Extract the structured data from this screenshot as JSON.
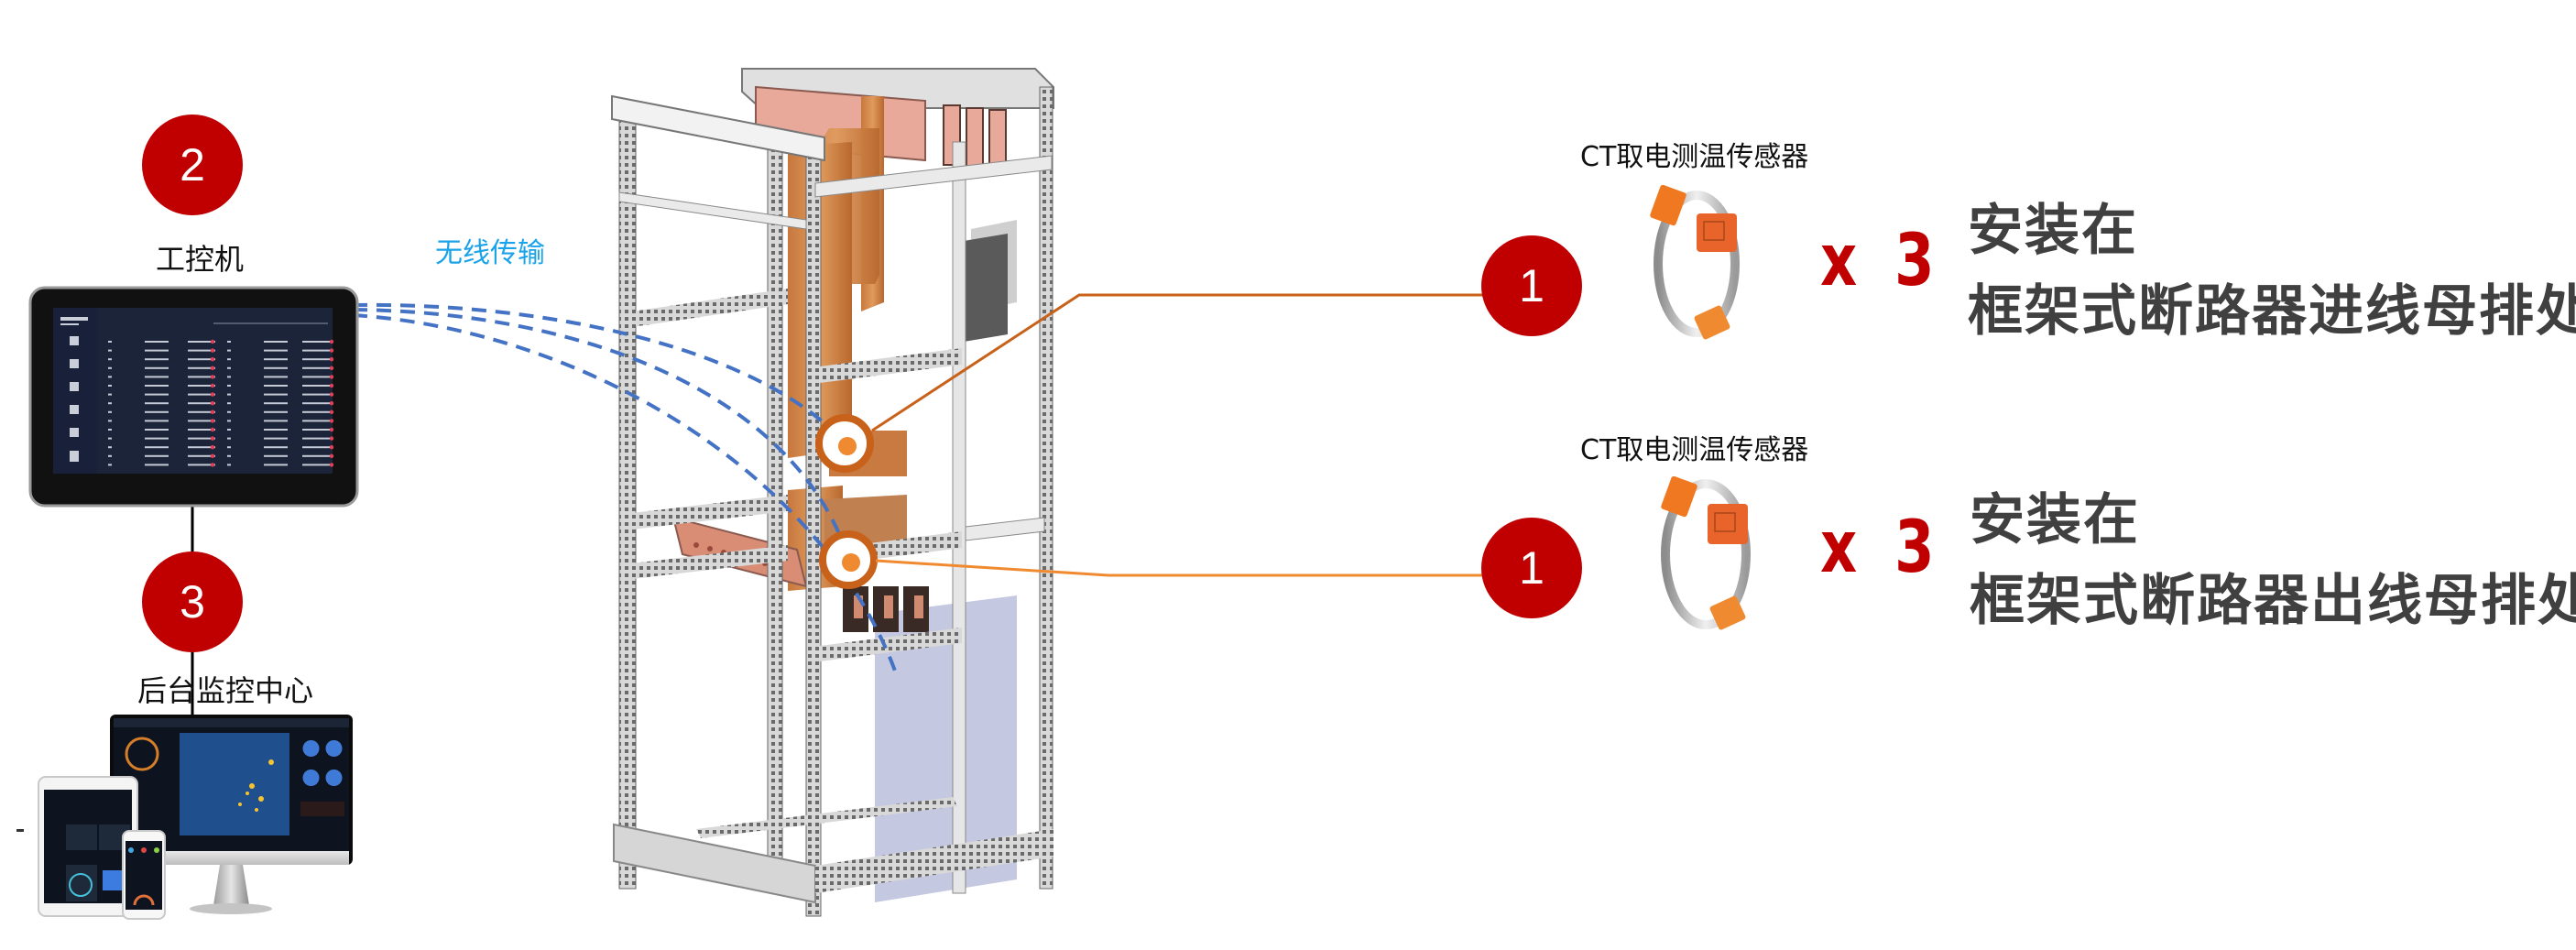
{
  "diagram": {
    "badges": {
      "sensor_badge_number": "1",
      "industrial_pc_badge_number": "2",
      "monitor_center_badge_number": "3"
    },
    "industrial_pc": {
      "label": "工控机"
    },
    "wireless": {
      "label": "无线传输"
    },
    "monitor_center": {
      "label": "后台监控中心"
    },
    "sensor_rows": [
      {
        "sensor_label": "CT取电测温传感器",
        "multiplier": "x 3",
        "install_line1": "安装在",
        "install_line2": "框架式断路器进线母排处"
      },
      {
        "sensor_label": "CT取电测温传感器",
        "multiplier": "x 3",
        "install_line1": "安装在",
        "install_line2": "框架式断路器出线母排处"
      }
    ],
    "colors": {
      "badge_red": "#c00000",
      "leader_orange_upper": "#c8621a",
      "leader_orange_lower": "#f08a30",
      "wireless_blue": "#4472c4",
      "wireless_text": "#1aa3e8",
      "install_text": "#404040",
      "copper": "#d9894a",
      "busbar_pink": "#e8a89a",
      "sensor_orange": "#f07820"
    }
  }
}
